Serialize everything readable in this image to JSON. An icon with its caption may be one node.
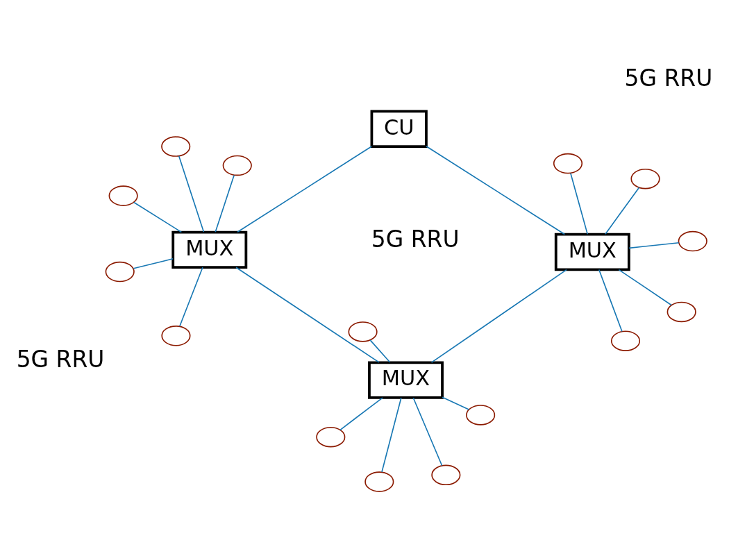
{
  "diagram": {
    "nodes": [
      {
        "text": [
          "MUX"
        ]
      },
      {
        "text": [
          "MUX"
        ]
      },
      {
        "text": [
          "MUX"
        ]
      },
      {
        "text": [
          "CU"
        ]
      },
      {
        "text": [],
        "shape": "ellipse"
      },
      {
        "text": [],
        "shape": "ellipse"
      },
      {
        "text": [],
        "shape": "ellipse"
      },
      {
        "text": [],
        "shape": "ellipse"
      },
      {
        "text": [],
        "shape": "ellipse"
      },
      {
        "text": [],
        "shape": "ellipse"
      },
      {
        "text": [],
        "shape": "ellipse"
      },
      {
        "text": [],
        "shape": "ellipse"
      },
      {
        "text": [],
        "shape": "ellipse"
      },
      {
        "text": [],
        "shape": "ellipse"
      },
      {
        "text": [],
        "shape": "ellipse"
      },
      {
        "text": [],
        "shape": "ellipse"
      },
      {
        "text": [],
        "shape": "ellipse"
      },
      {
        "text": [],
        "shape": "ellipse"
      },
      {
        "text": [],
        "shape": "ellipse"
      }
    ],
    "edges": [
      {
        "from": 3,
        "to": 1,
        "arrow": "none"
      },
      {
        "from": 1,
        "to": 0,
        "arrow": "none"
      },
      {
        "from": 0,
        "to": 2,
        "arrow": "none"
      },
      {
        "from": 2,
        "to": 3,
        "arrow": "none"
      },
      {
        "from": 4,
        "to": 0,
        "arrow": "none"
      },
      {
        "from": 5,
        "to": 0,
        "arrow": "none"
      },
      {
        "from": 6,
        "to": 0,
        "arrow": "none"
      },
      {
        "from": 7,
        "to": 0,
        "arrow": "none"
      },
      {
        "from": 8,
        "to": 0,
        "arrow": "none"
      },
      {
        "from": 9,
        "to": 1,
        "arrow": "none"
      },
      {
        "from": 10,
        "to": 1,
        "arrow": "none"
      },
      {
        "from": 11,
        "to": 1,
        "arrow": "none"
      },
      {
        "from": 12,
        "to": 1,
        "arrow": "none"
      },
      {
        "from": 13,
        "to": 1,
        "arrow": "none"
      },
      {
        "from": 14,
        "to": 2,
        "arrow": "none"
      },
      {
        "from": 15,
        "to": 2,
        "arrow": "none"
      },
      {
        "from": 16,
        "to": 2,
        "arrow": "none"
      },
      {
        "from": 17,
        "to": 2,
        "arrow": "none"
      },
      {
        "from": 18,
        "to": 2,
        "arrow": "none"
      }
    ],
    "labels": [
      "5G RRU",
      "5G RRU",
      "5G RRU"
    ]
  }
}
